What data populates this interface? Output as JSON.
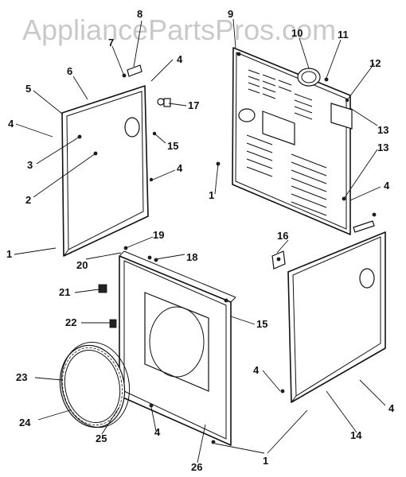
{
  "watermark": "AppliancePartsPros.com",
  "callouts": {
    "c1a": "1",
    "c1b": "1",
    "c1c": "1",
    "c2": "2",
    "c3": "3",
    "c4a": "4",
    "c4b": "4",
    "c4c": "4",
    "c4d": "4",
    "c4e": "4",
    "c4f": "4",
    "c4g": "4",
    "c5": "5",
    "c6": "6",
    "c7": "7",
    "c8": "8",
    "c9": "9",
    "c10": "10",
    "c11": "11",
    "c12": "12",
    "c13a": "13",
    "c13b": "13",
    "c14": "14",
    "c15a": "15",
    "c15b": "15",
    "c16": "16",
    "c17": "17",
    "c18": "18",
    "c19": "19",
    "c20": "20",
    "c21": "21",
    "c22": "22",
    "c23": "23",
    "c24": "24",
    "c25": "25",
    "c26": "26"
  }
}
